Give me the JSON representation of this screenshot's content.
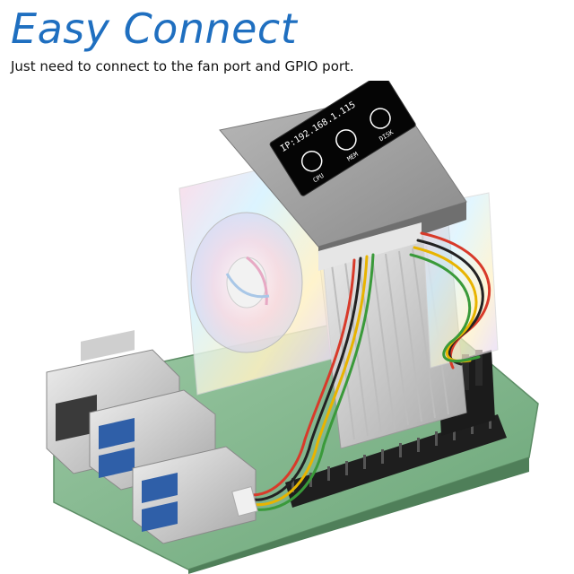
{
  "heading": {
    "title": "Easy Connect",
    "subtitle": "Just need to connect to the fan port and GPIO port."
  },
  "oled": {
    "ip_line": "IP:192.168.1.115",
    "cpu_label": "CPU",
    "mem_label": "MEM",
    "disk_label": "DISK"
  },
  "colors": {
    "title": "#1f6fc0",
    "board": "#7fb48a",
    "header_pins": "#222222",
    "heatsink": "#c9c9c9",
    "cover": "#9a9a9a",
    "wire_red": "#d83a2a",
    "wire_yellow": "#e8b400",
    "wire_green": "#3a9a3a",
    "wire_black": "#222222"
  }
}
